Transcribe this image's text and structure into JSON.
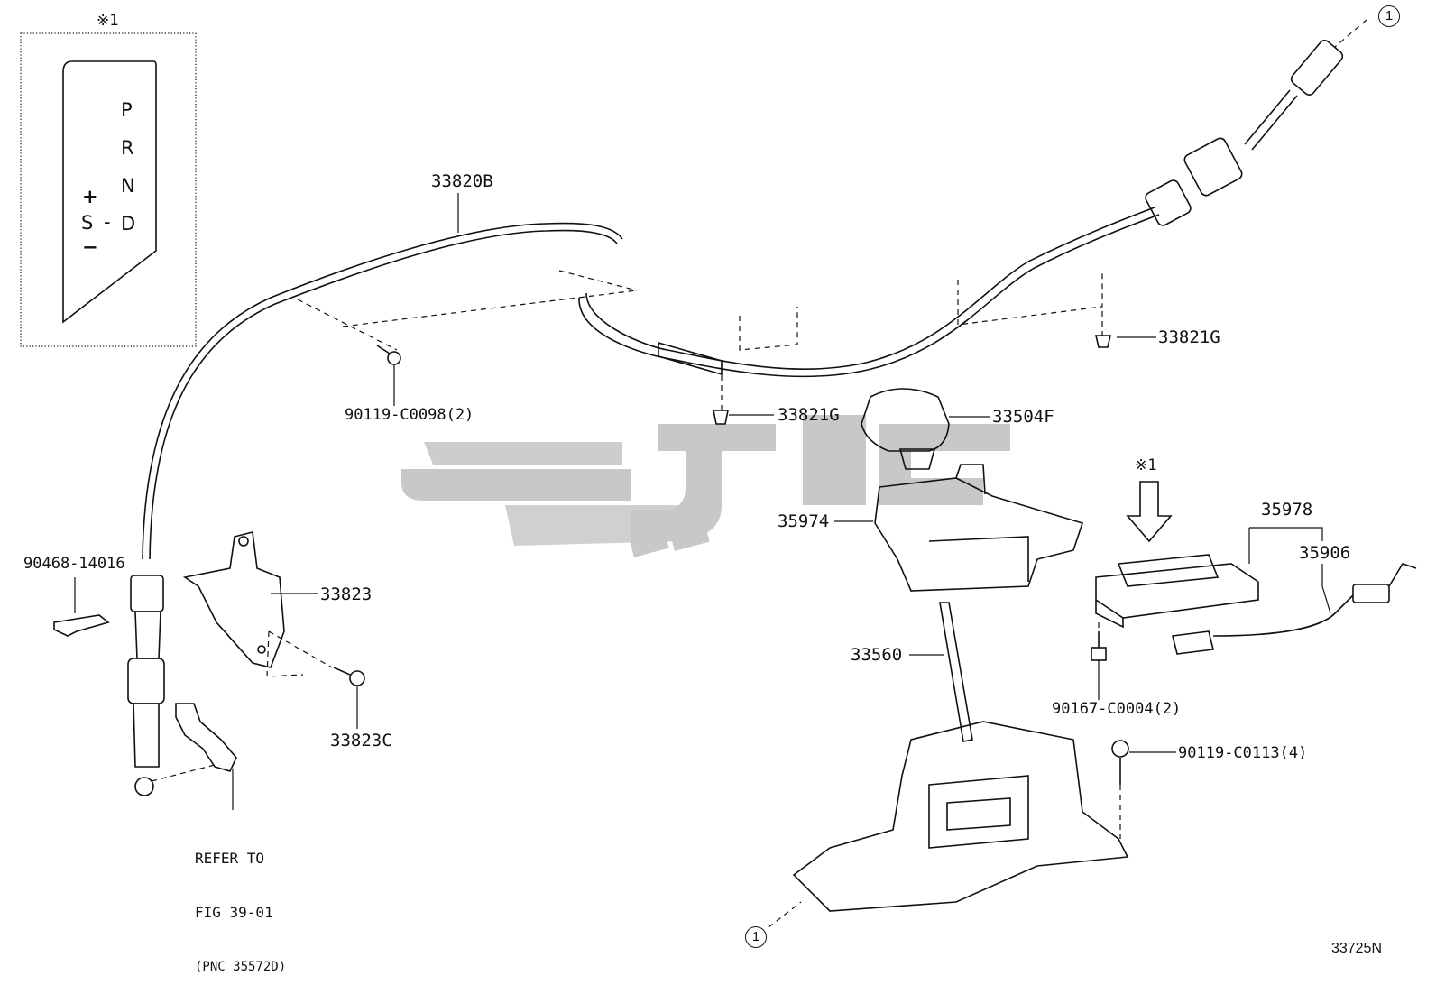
{
  "figure_id": "33725N",
  "inset": {
    "mark": "※1",
    "gear_letters": {
      "p": "P",
      "r": "R",
      "n": "N",
      "d": "D",
      "s": "S",
      "plus": "+",
      "minus": "−",
      "dash": "-"
    }
  },
  "callout_circle": "1",
  "view_mark": "※1",
  "parts": {
    "p33820B": "33820B",
    "p33821G_a": "33821G",
    "p33821G_b": "33821G",
    "p33504F": "33504F",
    "p90119_C0098": "90119-C0098(2)",
    "p90468_14016": "90468-14016",
    "p33823": "33823",
    "p33823C": "33823C",
    "p35974": "35974",
    "p35978": "35978",
    "p35906": "35906",
    "p33560": "33560",
    "p90167_C0004": "90167-C0004(2)",
    "p90119_C0113": "90119-C0113(4)"
  },
  "refer_note": {
    "line1": "REFER TO",
    "line2": "FIG 39-01",
    "line3": "(PNC 35572D)"
  },
  "watermark": {
    "color": "#c8c8c8"
  }
}
